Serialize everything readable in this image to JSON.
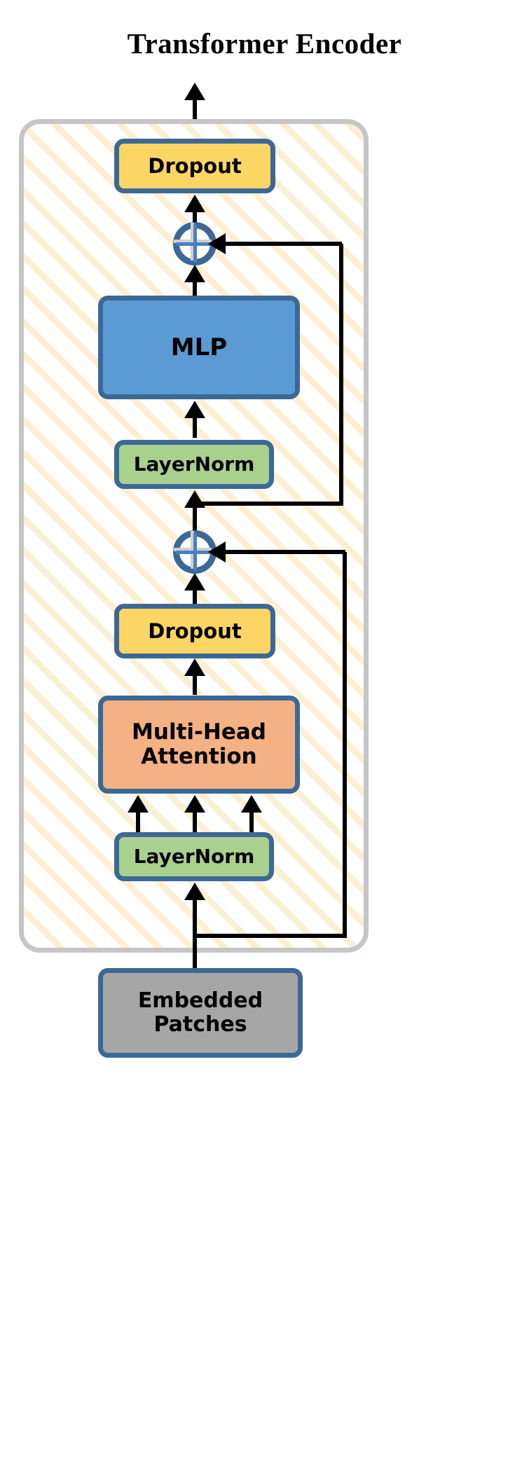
{
  "diagram": {
    "title": "Transformer Encoder",
    "nodes": {
      "dropout_top": "Dropout",
      "mlp": "MLP",
      "layernorm_top": "LayerNorm",
      "dropout_mid": "Dropout",
      "attention": "Multi-Head\nAttention",
      "attention_line1": "Multi-Head",
      "attention_line2": "Attention",
      "layernorm_bottom": "LayerNorm",
      "embedded_line1": "Embedded",
      "embedded_line2": "Patches"
    },
    "add_nodes": {
      "add_top_label": "+",
      "add_bottom_label": "+"
    },
    "colors": {
      "dropout": "#fbd665",
      "mlp": "#5b9bd5",
      "layernorm": "#a9d18e",
      "attention": "#f4b183",
      "embedded": "#a6a6a6",
      "node_border": "#3c6896",
      "container_border": "#c6c6c6",
      "hatch": "#fdf0d2",
      "arrow": "#000000",
      "cross": "#4b7fc4"
    }
  }
}
